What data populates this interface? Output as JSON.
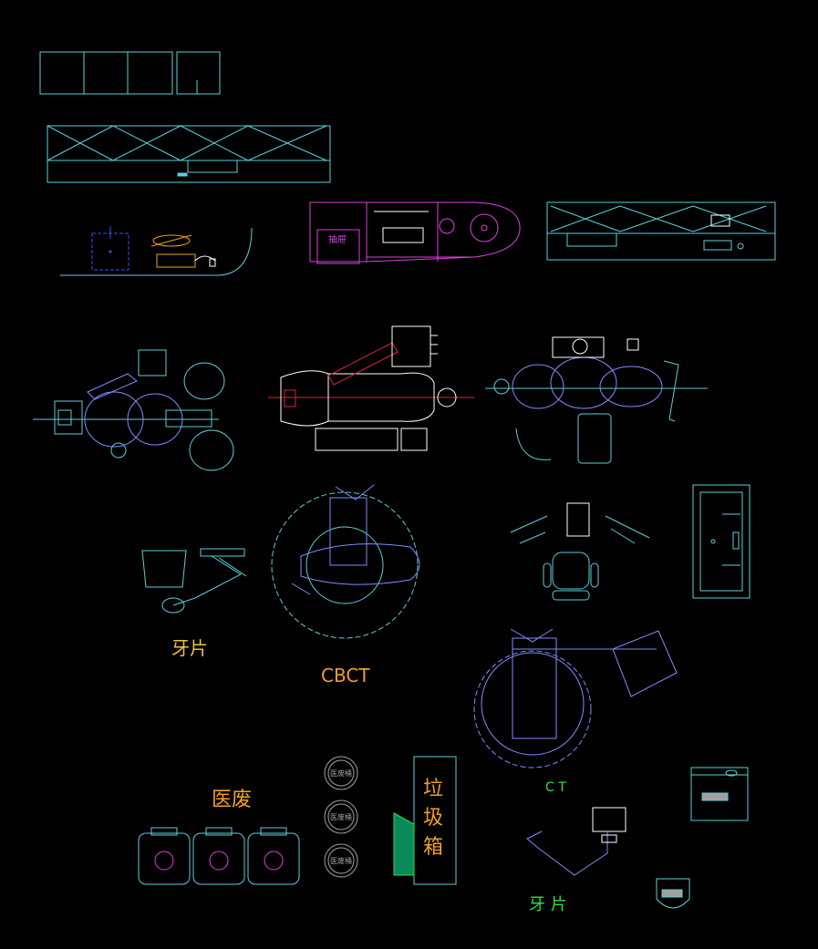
{
  "labels": {
    "drawer": "抽屉",
    "xray_left": "牙片",
    "cbct": "CBCT",
    "ct": "C  T",
    "medical_waste": "医废",
    "bin_1": "医废桶",
    "bin_2": "医废桶",
    "bin_3": "医废桶",
    "trash_1": "垃",
    "trash_2": "圾",
    "trash_3": "箱",
    "xray_bottom": "牙 片"
  },
  "colors": {
    "background": "#000000",
    "cyan": "#5ad0d8",
    "blue": "#7f8cff",
    "white": "#ffffff",
    "magenta": "#e040e0",
    "yellow": "#f0c040",
    "orange": "#f0a020",
    "green": "#30e040",
    "gray": "#a0a0a0",
    "red": "#e02040"
  }
}
